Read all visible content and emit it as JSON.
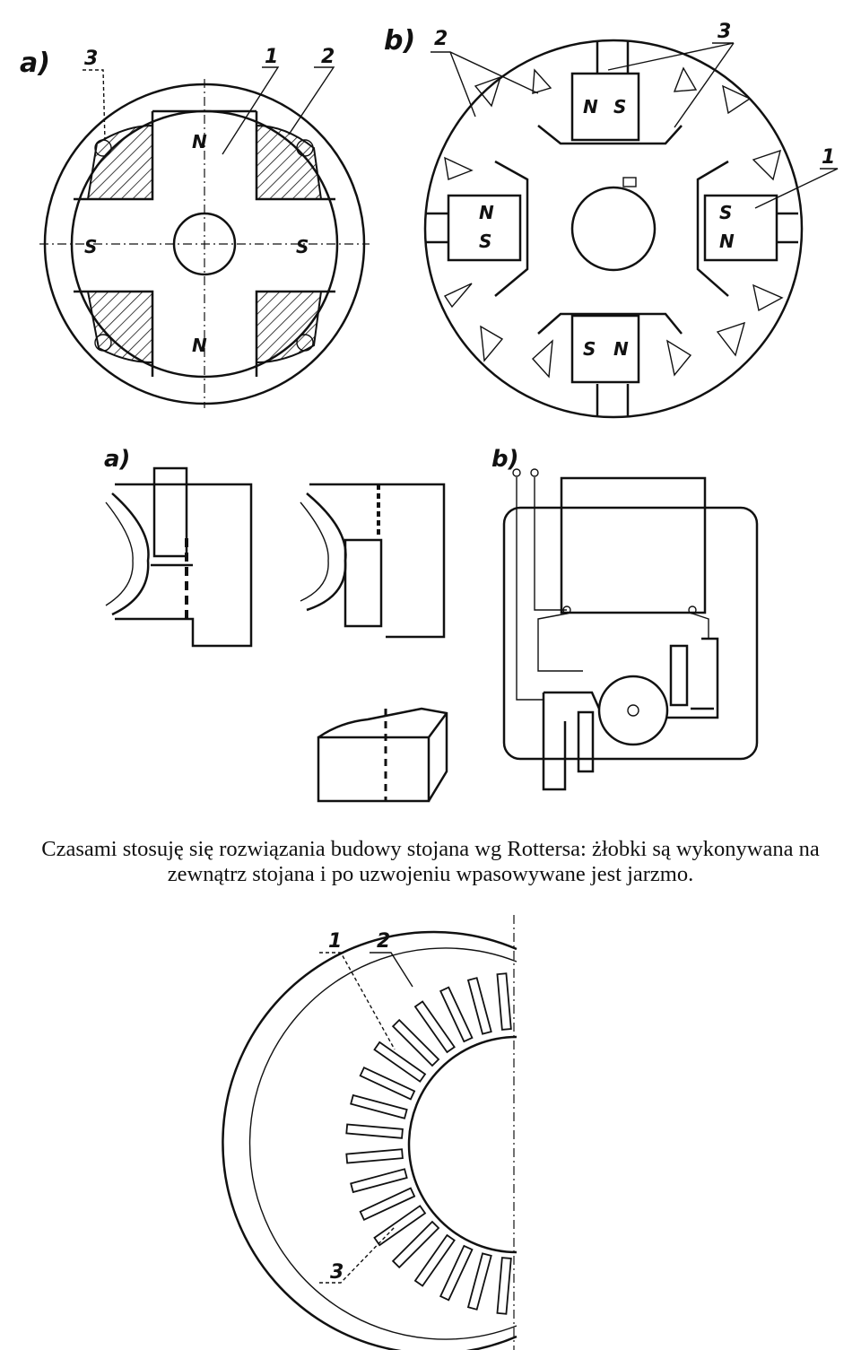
{
  "figure1": {
    "label_a": "a)",
    "label_b": "b)",
    "a_callouts": [
      "3",
      "1",
      "2"
    ],
    "a_poles": {
      "top": "N",
      "bottom": "N",
      "left": "S",
      "right": "S"
    },
    "b_callouts": [
      "2",
      "3",
      "1"
    ],
    "b_magnets": {
      "top": [
        "N",
        "S"
      ],
      "bottom": [
        "S",
        "N"
      ],
      "left": [
        "N",
        "S"
      ],
      "right": [
        "S",
        "N"
      ]
    }
  },
  "figure2": {
    "label_a": "a)",
    "label_b": "b)"
  },
  "caption": {
    "line1": "Czasami stosuję się rozwiązania budowy stojana wg Rottersa: żłobki są wykonywana na",
    "line2": "zewnątrz stojana i po uzwojeniu wpasowywane jest jarzmo."
  },
  "figure3": {
    "callouts": [
      "1",
      "2",
      "3"
    ]
  }
}
